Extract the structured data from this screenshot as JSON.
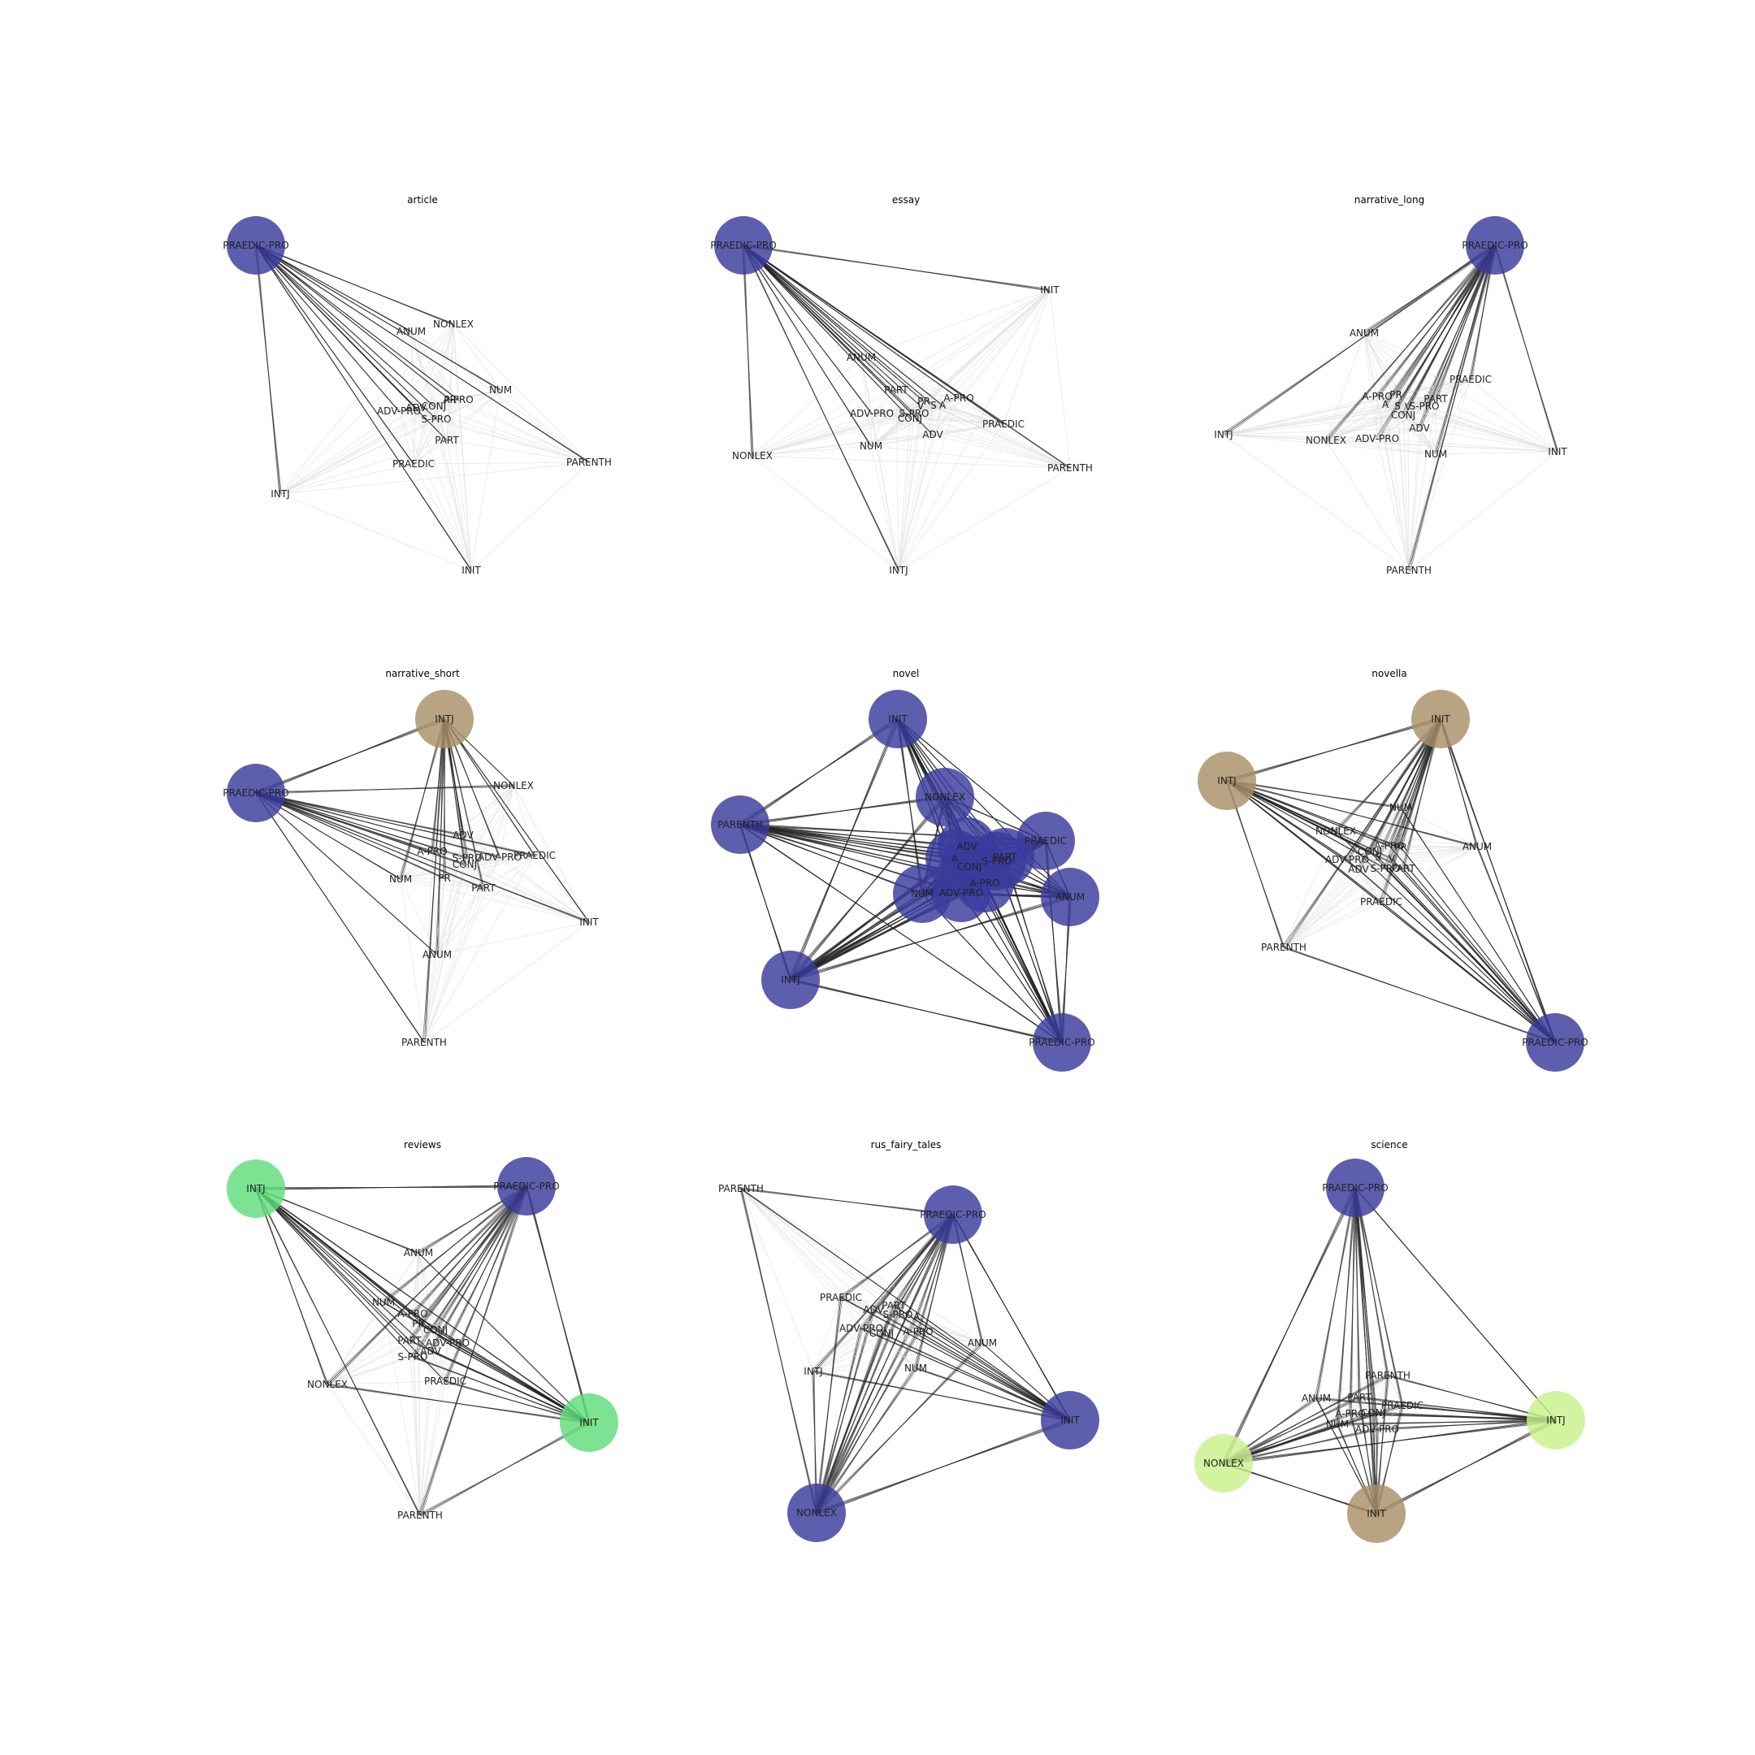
{
  "figure": {
    "colors": {
      "blue": "#3b3b9e",
      "tan": "#a89068",
      "green": "#5fdd7a",
      "lime": "#c8f28c",
      "edge_dark": "#222222",
      "edge_light": "#e0e0e0"
    },
    "panels": [
      {
        "title": "article",
        "nodes": [
          {
            "id": "PRAEDIC-PRO",
            "hub": "blue"
          },
          {
            "id": "ANUM"
          },
          {
            "id": "NONLEX"
          },
          {
            "id": "NUM"
          },
          {
            "id": "ADV-PRO"
          },
          {
            "id": "ADV"
          },
          {
            "id": "CONJ"
          },
          {
            "id": "PR"
          },
          {
            "id": "A-PRO"
          },
          {
            "id": "S-PRO"
          },
          {
            "id": "PART"
          },
          {
            "id": "PRAEDIC"
          },
          {
            "id": "PARENTH"
          },
          {
            "id": "INTJ"
          },
          {
            "id": "INIT"
          }
        ]
      },
      {
        "title": "essay",
        "nodes": [
          {
            "id": "PRAEDIC-PRO",
            "hub": "blue"
          },
          {
            "id": "INIT"
          },
          {
            "id": "ANUM"
          },
          {
            "id": "PART"
          },
          {
            "id": "PR"
          },
          {
            "id": "A-PRO"
          },
          {
            "id": "ADV-PRO"
          },
          {
            "id": "S-PRO"
          },
          {
            "id": "V"
          },
          {
            "id": "S"
          },
          {
            "id": "A"
          },
          {
            "id": "CONJ"
          },
          {
            "id": "PRAEDIC"
          },
          {
            "id": "NONLEX"
          },
          {
            "id": "NUM"
          },
          {
            "id": "ADV"
          },
          {
            "id": "PARENTH"
          },
          {
            "id": "INTJ"
          }
        ]
      },
      {
        "title": "narrative_long",
        "nodes": [
          {
            "id": "PRAEDIC-PRO",
            "hub": "blue"
          },
          {
            "id": "ANUM"
          },
          {
            "id": "PRAEDIC"
          },
          {
            "id": "A-PRO"
          },
          {
            "id": "PR"
          },
          {
            "id": "PART"
          },
          {
            "id": "A"
          },
          {
            "id": "S"
          },
          {
            "id": "V"
          },
          {
            "id": "S-PRO"
          },
          {
            "id": "CONJ"
          },
          {
            "id": "INTJ"
          },
          {
            "id": "NONLEX"
          },
          {
            "id": "ADV-PRO"
          },
          {
            "id": "ADV"
          },
          {
            "id": "NUM"
          },
          {
            "id": "INIT"
          },
          {
            "id": "PARENTH"
          }
        ]
      },
      {
        "title": "narrative_short",
        "nodes": [
          {
            "id": "INTJ",
            "hub": "tan"
          },
          {
            "id": "PRAEDIC-PRO",
            "hub": "blue"
          },
          {
            "id": "NONLEX"
          },
          {
            "id": "ADV"
          },
          {
            "id": "A-PRO"
          },
          {
            "id": "S-PRO"
          },
          {
            "id": "ADV-PRO"
          },
          {
            "id": "PRAEDIC"
          },
          {
            "id": "CONJ"
          },
          {
            "id": "NUM"
          },
          {
            "id": "PR"
          },
          {
            "id": "PART"
          },
          {
            "id": "INIT"
          },
          {
            "id": "ANUM"
          },
          {
            "id": "PARENTH"
          }
        ]
      },
      {
        "title": "novel",
        "nodes": [
          {
            "id": "INIT",
            "hub": "blue"
          },
          {
            "id": "NONLEX",
            "hub": "blue"
          },
          {
            "id": "PARENTH",
            "hub": "blue"
          },
          {
            "id": "ADV",
            "hub": "blue"
          },
          {
            "id": "PART",
            "hub": "blue"
          },
          {
            "id": "PRAEDIC",
            "hub": "blue"
          },
          {
            "id": "A",
            "hub": "blue"
          },
          {
            "id": "CONJ",
            "hub": "blue"
          },
          {
            "id": "S-PRO",
            "hub": "blue"
          },
          {
            "id": "A-PRO",
            "hub": "blue"
          },
          {
            "id": "NUM",
            "hub": "blue"
          },
          {
            "id": "ADV-PRO",
            "hub": "blue"
          },
          {
            "id": "ANUM",
            "hub": "blue"
          },
          {
            "id": "INTJ",
            "hub": "blue"
          },
          {
            "id": "PRAEDIC-PRO",
            "hub": "blue"
          }
        ]
      },
      {
        "title": "novella",
        "nodes": [
          {
            "id": "INIT",
            "hub": "tan"
          },
          {
            "id": "INTJ",
            "hub": "tan"
          },
          {
            "id": "NUM"
          },
          {
            "id": "NONLEX"
          },
          {
            "id": "A-PRO"
          },
          {
            "id": "PR"
          },
          {
            "id": "CONJ"
          },
          {
            "id": "ANUM"
          },
          {
            "id": "ADV-PRO"
          },
          {
            "id": "S"
          },
          {
            "id": "V"
          },
          {
            "id": "ADV"
          },
          {
            "id": "S-PRO"
          },
          {
            "id": "PART"
          },
          {
            "id": "PRAEDIC"
          },
          {
            "id": "PARENTH"
          },
          {
            "id": "PRAEDIC-PRO",
            "hub": "blue"
          }
        ]
      },
      {
        "title": "reviews",
        "nodes": [
          {
            "id": "INTJ",
            "hub": "green"
          },
          {
            "id": "PRAEDIC-PRO",
            "hub": "blue"
          },
          {
            "id": "ANUM"
          },
          {
            "id": "NUM"
          },
          {
            "id": "A-PRO"
          },
          {
            "id": "PR"
          },
          {
            "id": "CONJ"
          },
          {
            "id": "PART"
          },
          {
            "id": "ADV-PRO"
          },
          {
            "id": "ADV"
          },
          {
            "id": "S-PRO"
          },
          {
            "id": "PRAEDIC"
          },
          {
            "id": "NONLEX"
          },
          {
            "id": "INIT",
            "hub": "green"
          },
          {
            "id": "PARENTH"
          }
        ]
      },
      {
        "title": "rus_fairy_tales",
        "nodes": [
          {
            "id": "PARENTH"
          },
          {
            "id": "PRAEDIC-PRO",
            "hub": "blue"
          },
          {
            "id": "PRAEDIC"
          },
          {
            "id": "PART"
          },
          {
            "id": "ADV"
          },
          {
            "id": "S-PRO"
          },
          {
            "id": "A"
          },
          {
            "id": "ADV-PRO"
          },
          {
            "id": "CONJ"
          },
          {
            "id": "A-PRO"
          },
          {
            "id": "ANUM"
          },
          {
            "id": "INTJ"
          },
          {
            "id": "NUM"
          },
          {
            "id": "INIT",
            "hub": "blue"
          },
          {
            "id": "NONLEX",
            "hub": "blue"
          }
        ]
      },
      {
        "title": "science",
        "nodes": [
          {
            "id": "PRAEDIC-PRO",
            "hub": "blue"
          },
          {
            "id": "PARENTH"
          },
          {
            "id": "ANUM"
          },
          {
            "id": "PART"
          },
          {
            "id": "PRAEDIC"
          },
          {
            "id": "A-PRO"
          },
          {
            "id": "CONJ"
          },
          {
            "id": "NUM"
          },
          {
            "id": "ADV-PRO"
          },
          {
            "id": "INTJ",
            "hub": "lime"
          },
          {
            "id": "NONLEX",
            "hub": "lime"
          },
          {
            "id": "INIT",
            "hub": "tan"
          }
        ]
      }
    ]
  }
}
